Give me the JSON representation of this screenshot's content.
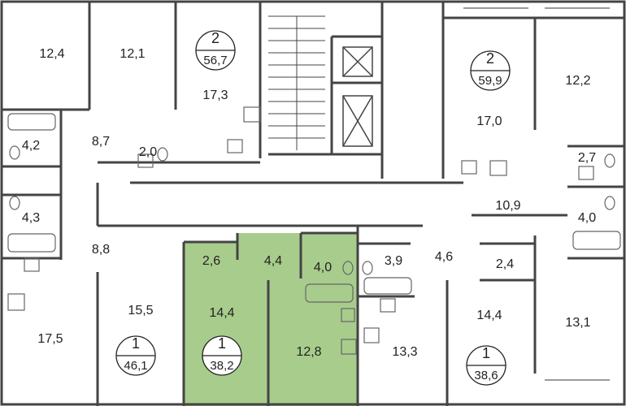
{
  "colors": {
    "wall": "#444444",
    "wall_light": "#9a9a9a",
    "highlight": "#a8cc8c",
    "line": "#666666",
    "bg": "#ffffff"
  },
  "rooms": {
    "r1": "12,4",
    "r2": "12,1",
    "r3": "17,3",
    "r4": "4,2",
    "r5": "8,7",
    "r6": "2,0",
    "r7": "4,3",
    "r8": "8,8",
    "r9": "15,5",
    "r10": "17,5",
    "r11": "2,6",
    "r12": "4,4",
    "r13": "4,0",
    "r14": "14,4",
    "r15": "12,8",
    "r16": "3,9",
    "r17": "4,6",
    "r18": "2,4",
    "r19": "13,3",
    "r20": "14,4",
    "r21": "13,1",
    "r22": "17,0",
    "r23": "12,2",
    "r24": "2,7",
    "r25": "10,9",
    "r26": "4,0"
  },
  "apartments": {
    "a1": {
      "rooms": "2",
      "area": "56,7"
    },
    "a2": {
      "rooms": "2",
      "area": "59,9"
    },
    "a3": {
      "rooms": "1",
      "area": "46,1"
    },
    "a4": {
      "rooms": "1",
      "area": "38,2"
    },
    "a5": {
      "rooms": "1",
      "area": "38,6"
    }
  },
  "icons": [
    "bathtub-icon",
    "toilet-icon",
    "sink-icon",
    "stove-icon",
    "elevator-icon",
    "stairs-icon"
  ]
}
